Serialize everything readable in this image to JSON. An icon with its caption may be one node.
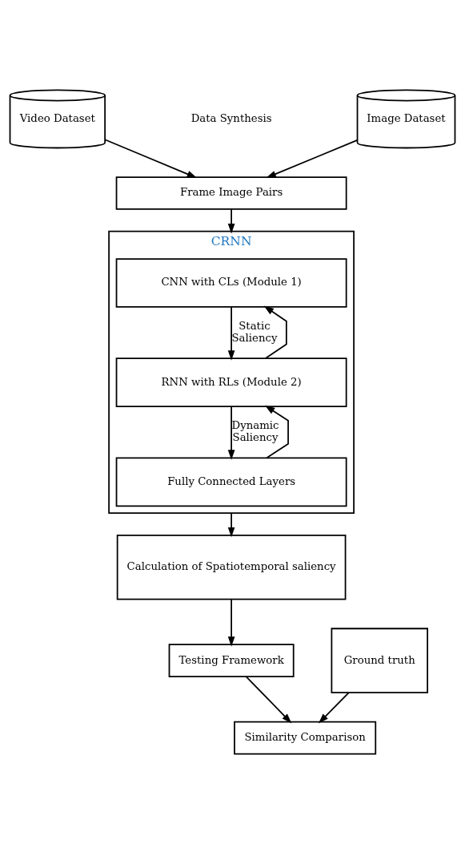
{
  "diagram": {
    "nodes": [
      {
        "text": [
          "Video Dataset"
        ]
      },
      {
        "text": [
          "Image Dataset"
        ]
      },
      {
        "text": [
          "Frame Image Pairs"
        ]
      },
      {
        "text": [
          "CRNN"
        ]
      },
      {
        "text": [
          "CNN with CLs (Module 1)"
        ],
        "in": 3
      },
      {
        "text": [
          "RNN with RLs (Module 2)"
        ],
        "in": 3
      },
      {
        "text": [
          "Fully Connected Layers"
        ],
        "in": 3
      },
      {
        "text": [
          "Calculation of Spatiotemporal saliency"
        ]
      },
      {
        "text": [
          "Ground truth"
        ]
      },
      {
        "text": [
          "Testing Framework"
        ]
      },
      {
        "text": [
          "Similarity Comparison"
        ]
      }
    ],
    "edges": [
      {
        "from": 0,
        "to": 2,
        "arrow": "to"
      },
      {
        "from": 1,
        "to": 2,
        "arrow": "to"
      },
      {
        "from": 2,
        "to": 3,
        "arrow": "to"
      },
      {
        "from": 4,
        "to": 5,
        "arrow": "to",
        "label": "Static Saliency"
      },
      {
        "from": 5,
        "to": 6,
        "arrow": "to",
        "label": "Dynamic Saliency"
      },
      {
        "from": 5,
        "to": 4,
        "arrow": "to"
      },
      {
        "from": 6,
        "to": 5,
        "arrow": "to"
      },
      {
        "from": 3,
        "to": 7,
        "arrow": "to"
      },
      {
        "from": 7,
        "to": 9,
        "arrow": "to"
      },
      {
        "from": 8,
        "to": 10,
        "arrow": "to"
      },
      {
        "from": 9,
        "to": 10,
        "arrow": "to"
      }
    ],
    "labels": [
      "Data Synthesis"
    ]
  }
}
